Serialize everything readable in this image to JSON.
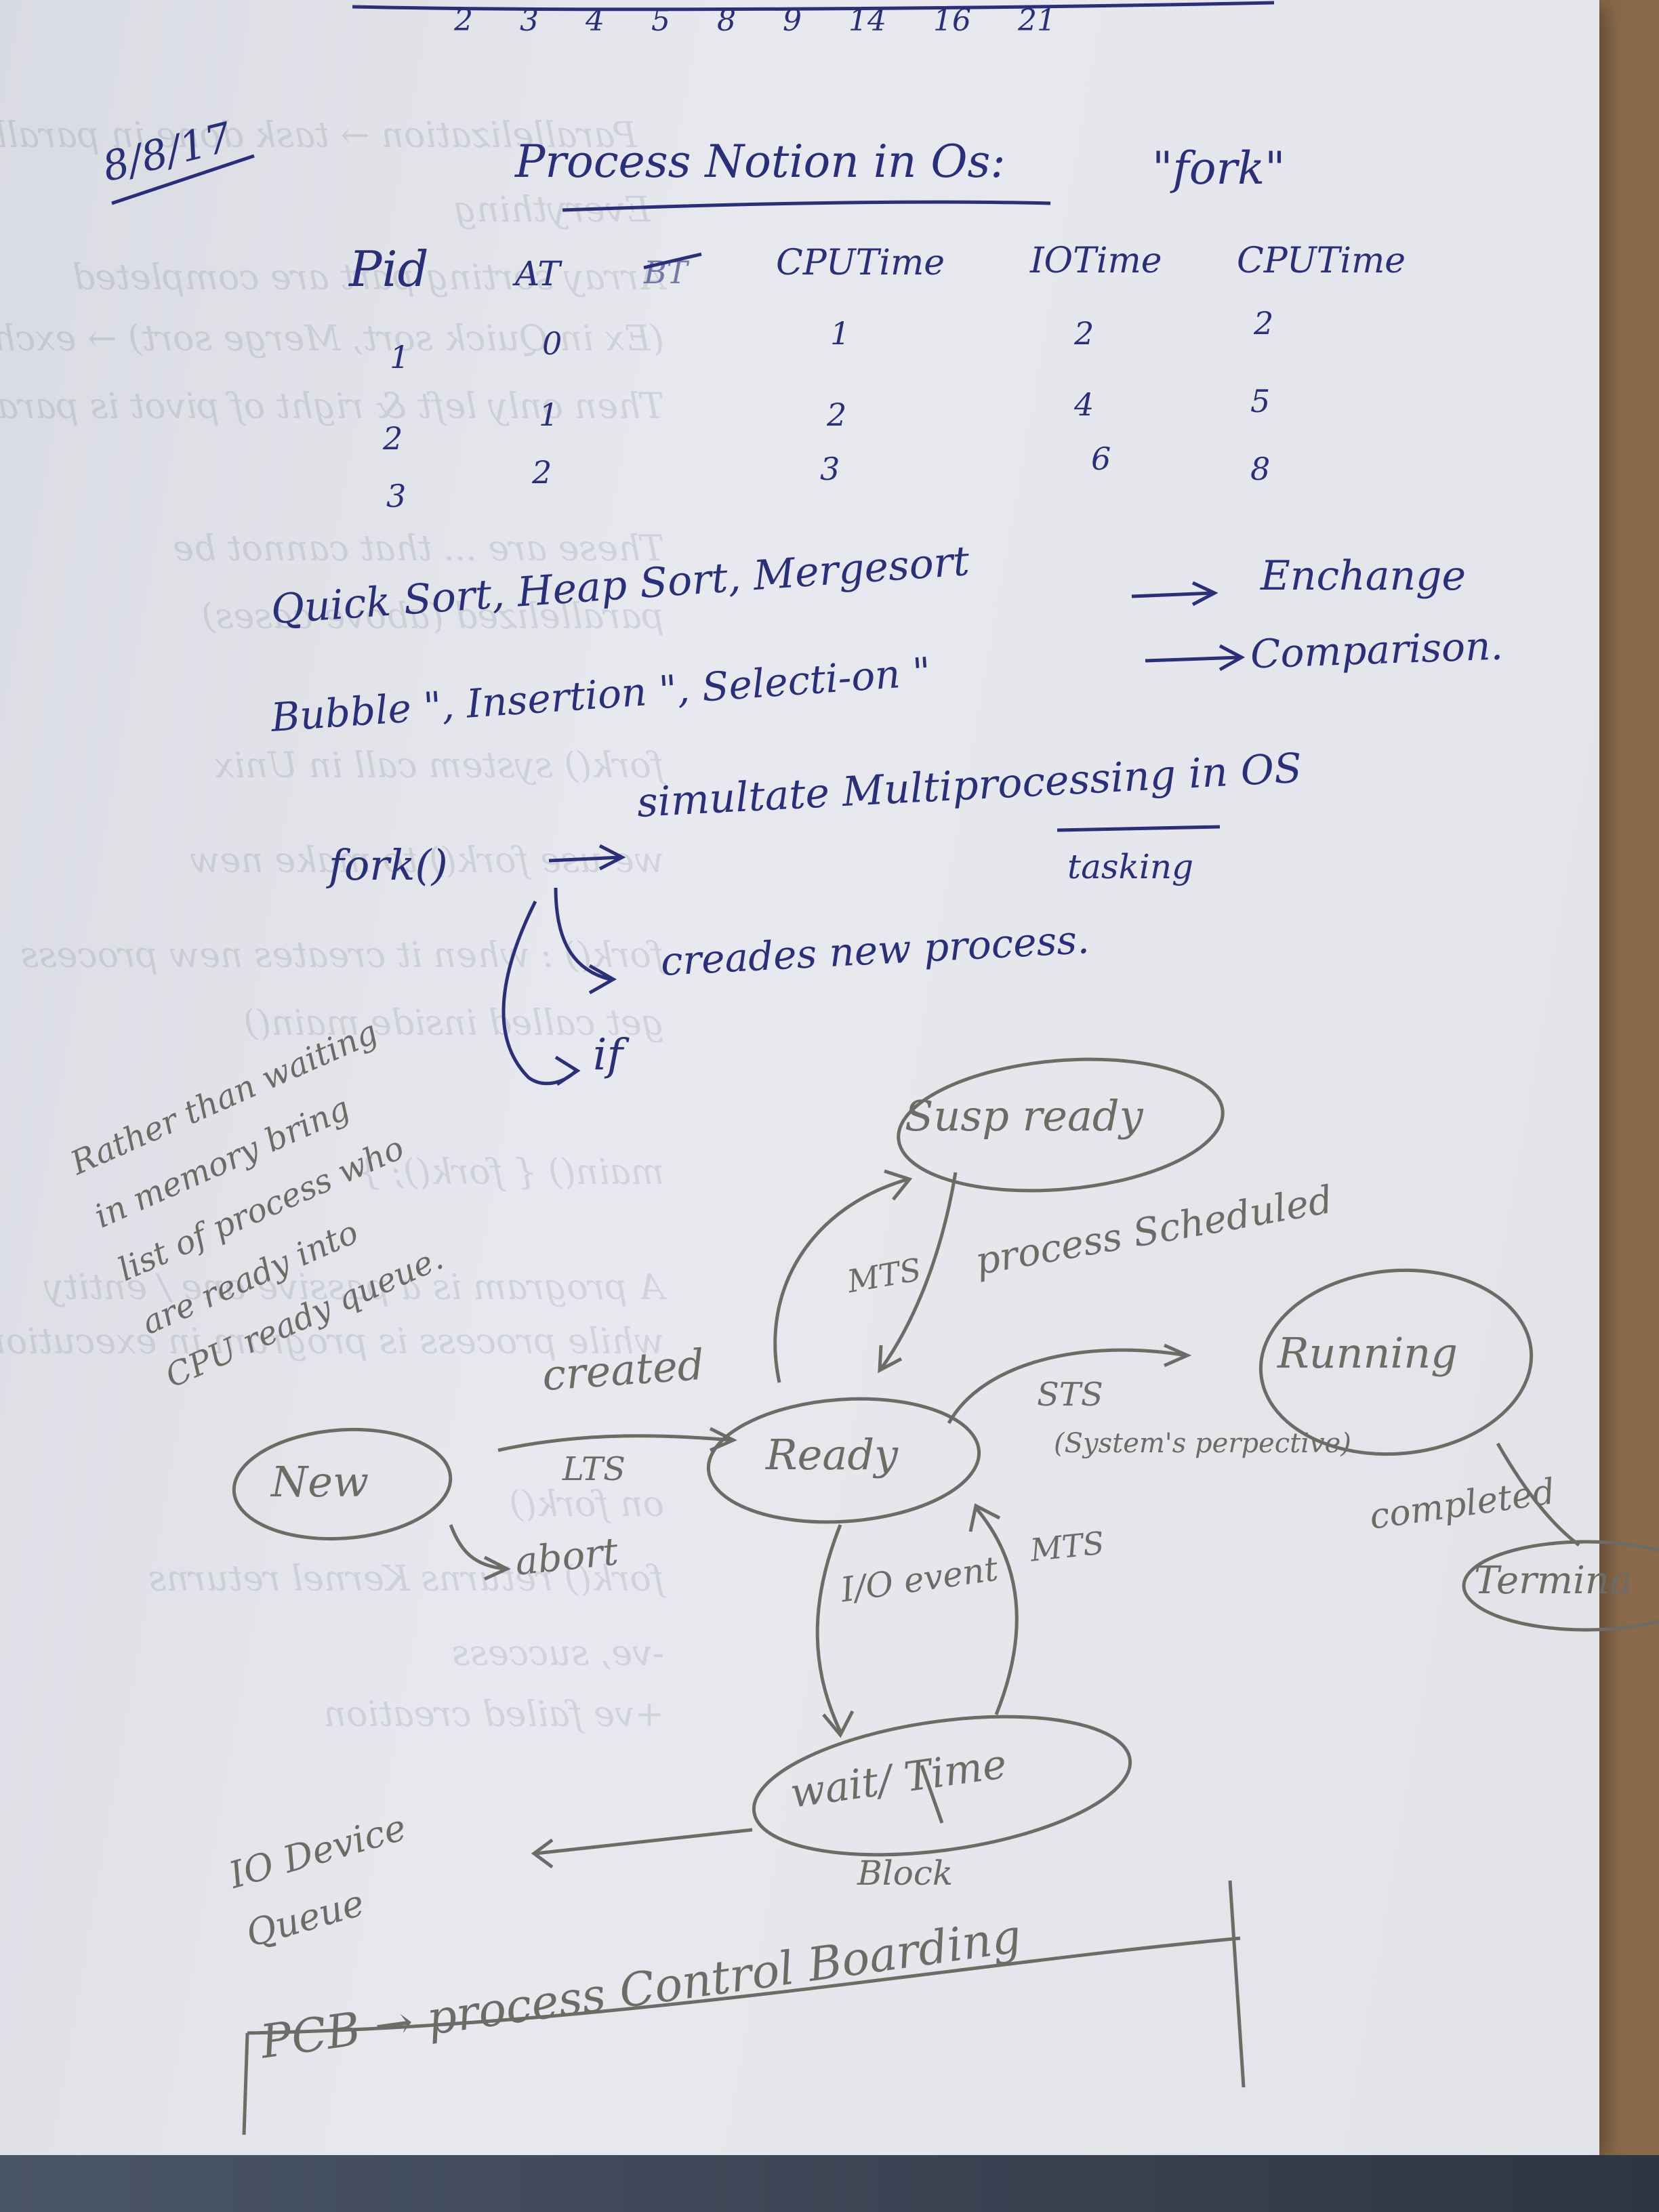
{
  "header_numbers": [
    "2",
    "3",
    "4",
    "5",
    "8",
    "9",
    "14",
    "16",
    "21"
  ],
  "date": "8/8/17",
  "title": "Process Notion in Os:",
  "title_quote": "\"fork\"",
  "table": {
    "headers": [
      "Pid",
      "AT",
      "BT",
      "CPUTime",
      "IOTime",
      "CPUTime"
    ],
    "rows": [
      [
        "1",
        "0",
        "",
        "1",
        "2",
        "2"
      ],
      [
        "2",
        "1",
        "",
        "2",
        "4",
        "5"
      ],
      [
        "3",
        "2",
        "",
        "3",
        "6",
        "8"
      ]
    ]
  },
  "sorting": {
    "line1": "Quick Sort, Heap Sort, Mergesort",
    "line1_result": "Enchange",
    "line2": "Bubble \", Insertion \", Selecti-on \"",
    "line2_result": "Comparison."
  },
  "fork_section": {
    "fork_call": "fork()",
    "simulate": "simultate Multiprocessing in OS",
    "tasking": "tasking",
    "creates": "creades new process.",
    "if_text": "if"
  },
  "side_note": [
    "Rather than waiting",
    "in memory bring",
    "list of process who",
    "are ready into",
    "CPU ready queue."
  ],
  "state_diagram": {
    "states": {
      "susp_ready": "Susp ready",
      "new": "New",
      "ready": "Ready",
      "running": "Running",
      "wait": "wait/ Time",
      "terminated": "Termina"
    },
    "labels": {
      "mts_top": "MTS",
      "process_scheduled": "process Scheduled",
      "created": "created",
      "lts": "LTS",
      "sts": "STS",
      "sts_note": "(System's perpective)",
      "abort": "abort",
      "io_event": "I/O event",
      "mts_bottom": "MTS",
      "completed": "completed",
      "block": "Block",
      "io_queue": "IO Device Queue"
    }
  },
  "pcb": "PCB → process Control Boarding"
}
